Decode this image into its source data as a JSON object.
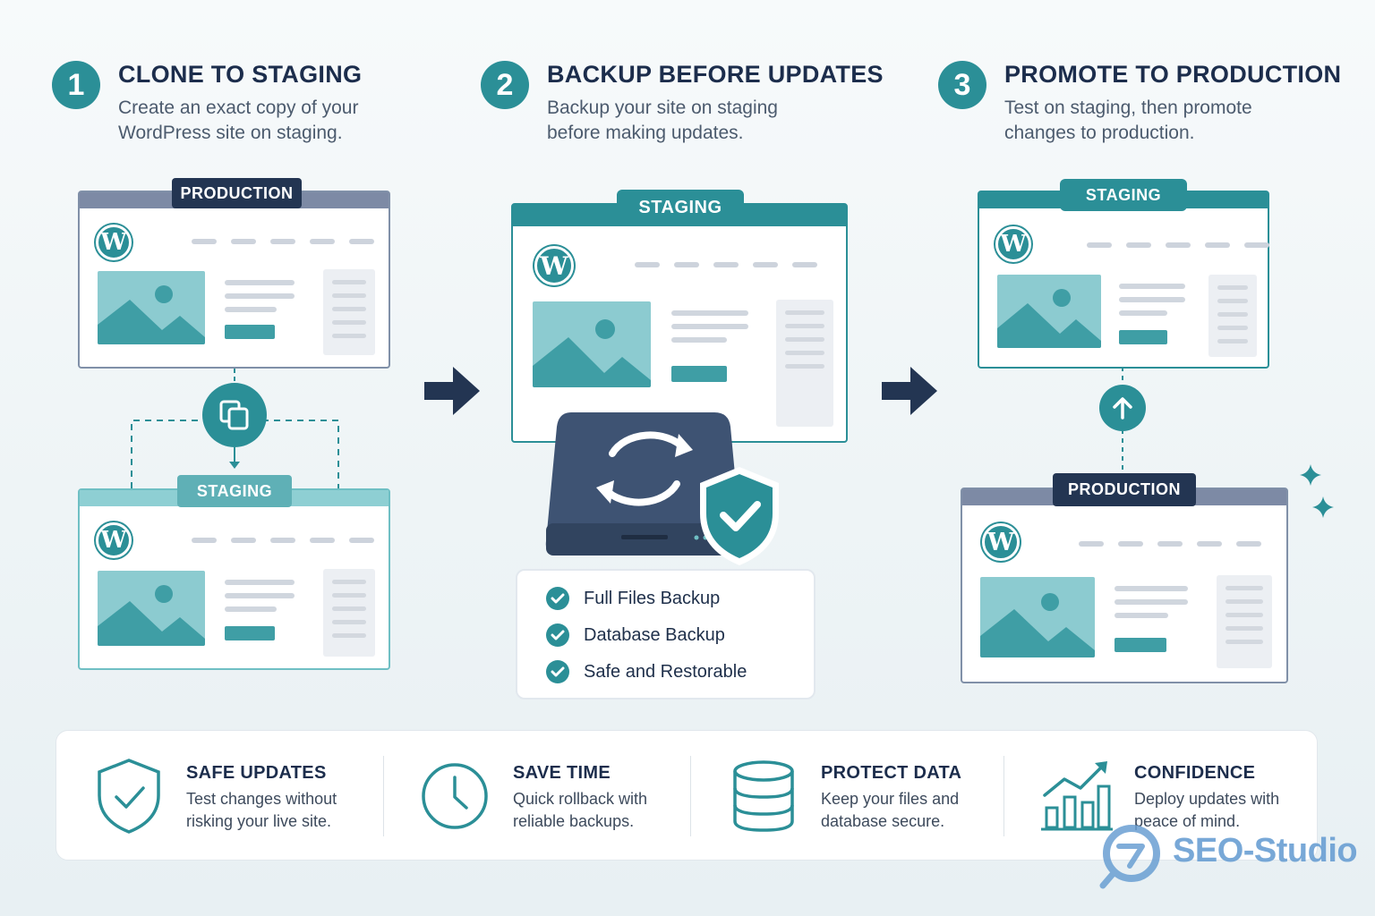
{
  "steps": [
    {
      "number": "1",
      "title": "CLONE TO STAGING",
      "desc_line1": "Create an exact copy of your",
      "desc_line2": "WordPress site on staging."
    },
    {
      "number": "2",
      "title": "BACKUP BEFORE UPDATES",
      "desc_line1": "Backup your site on staging",
      "desc_line2": "before making updates."
    },
    {
      "number": "3",
      "title": "PROMOTE TO PRODUCTION",
      "desc_line1": "Test on staging, then promote",
      "desc_line2": "changes to production."
    }
  ],
  "labels": {
    "production": "PRODUCTION",
    "staging": "STAGING",
    "wp_letter": "W"
  },
  "backup_checklist": [
    "Full Files Backup",
    "Database Backup",
    "Safe and Restorable"
  ],
  "benefits": [
    {
      "title": "SAFE UPDATES",
      "line1": "Test changes without",
      "line2": "risking your live site.",
      "icon": "shield-check-icon"
    },
    {
      "title": "SAVE TIME",
      "line1": "Quick rollback with",
      "line2": "reliable backups.",
      "icon": "clock-icon"
    },
    {
      "title": "PROTECT DATA",
      "line1": "Keep your files and",
      "line2": "database secure.",
      "icon": "database-icon"
    },
    {
      "title": "CONFIDENCE",
      "line1": "Deploy updates with",
      "line2": "peace of mind.",
      "icon": "growth-chart-icon"
    }
  ],
  "watermark": {
    "brand": "SEO-Studio"
  },
  "colors": {
    "teal": "#2b8f97",
    "navy": "#233552",
    "light_teal": "#8ecfd3",
    "text_dark": "#1c2d4c"
  }
}
